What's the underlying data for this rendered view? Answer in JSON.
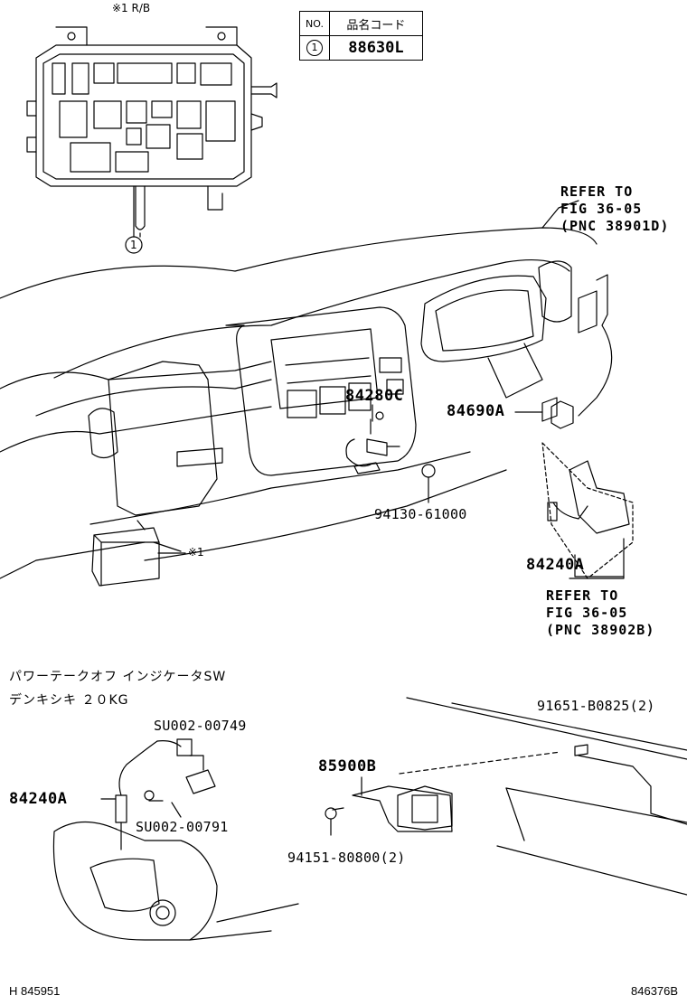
{
  "relay_block_note": "※1 R/B",
  "code_table": {
    "header_no": "NO.",
    "header_code": "品名コード",
    "row_no": "1",
    "row_code": "88630L"
  },
  "callout_1": "1",
  "refer_upper": {
    "line1": "REFER TO",
    "line2": "FIG 36-05",
    "line3": "(PNC 38901D)"
  },
  "refer_lower": {
    "line1": "REFER TO",
    "line2": "FIG 36-05",
    "line3": "(PNC 38902B)"
  },
  "parts": {
    "p84280C": "84280C",
    "p84690A": "84690A",
    "p94130": "94130-61000",
    "p84240A_upper": "84240A",
    "note_ref_1": "※1",
    "p84240A_lower": "84240A",
    "su749": "SU002-00749",
    "su791": "SU002-00791",
    "p85900B": "85900B",
    "p91651": "91651-B0825(2)",
    "p94151": "94151-80800(2)"
  },
  "notes": {
    "line1": "パワーテークオフ インジケータSW",
    "line2": "デンキシキ ２０KG"
  },
  "footer": {
    "left": "H 845951",
    "right": "846376B"
  }
}
